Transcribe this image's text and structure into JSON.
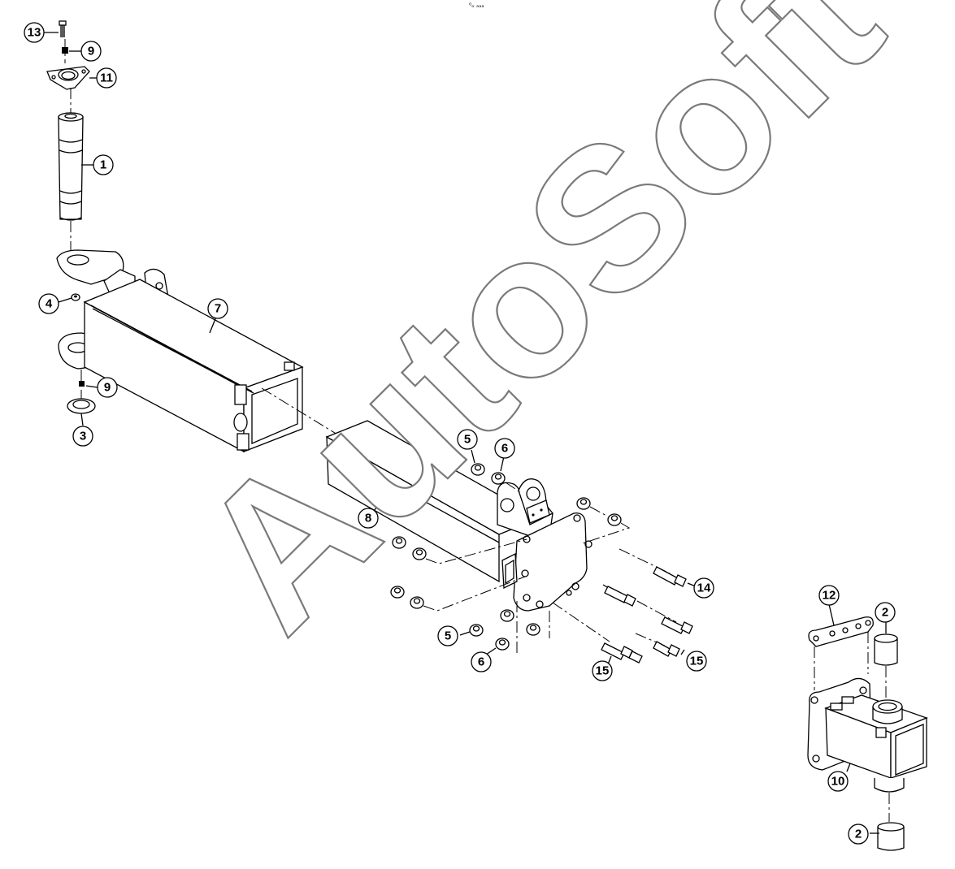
{
  "top_mark": "⁰ₒ ₐₐₐ",
  "watermark": "AutoSoft",
  "callouts": [
    {
      "id": "c13",
      "label": "13"
    },
    {
      "id": "c9a",
      "label": "9"
    },
    {
      "id": "c11",
      "label": "11"
    },
    {
      "id": "c1",
      "label": "1"
    },
    {
      "id": "c4",
      "label": "4"
    },
    {
      "id": "c7",
      "label": "7"
    },
    {
      "id": "c9b",
      "label": "9"
    },
    {
      "id": "c3",
      "label": "3"
    },
    {
      "id": "c5a",
      "label": "5"
    },
    {
      "id": "c6a",
      "label": "6"
    },
    {
      "id": "c8",
      "label": "8"
    },
    {
      "id": "c14",
      "label": "14"
    },
    {
      "id": "c5b",
      "label": "5"
    },
    {
      "id": "c6b",
      "label": "6"
    },
    {
      "id": "c15a",
      "label": "15"
    },
    {
      "id": "c15b",
      "label": "15"
    },
    {
      "id": "c12",
      "label": "12"
    },
    {
      "id": "c2a",
      "label": "2"
    },
    {
      "id": "c10",
      "label": "10"
    },
    {
      "id": "c2b",
      "label": "2"
    }
  ]
}
